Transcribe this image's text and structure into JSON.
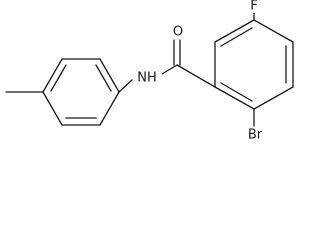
{
  "molecule": {
    "atoms": {
      "oxygen": "O",
      "fluorine": "F",
      "nitrogen_h": "NH",
      "bromine": "Br"
    },
    "colors": {
      "bond": "#1a1a1a",
      "background": "#ffffff"
    }
  }
}
